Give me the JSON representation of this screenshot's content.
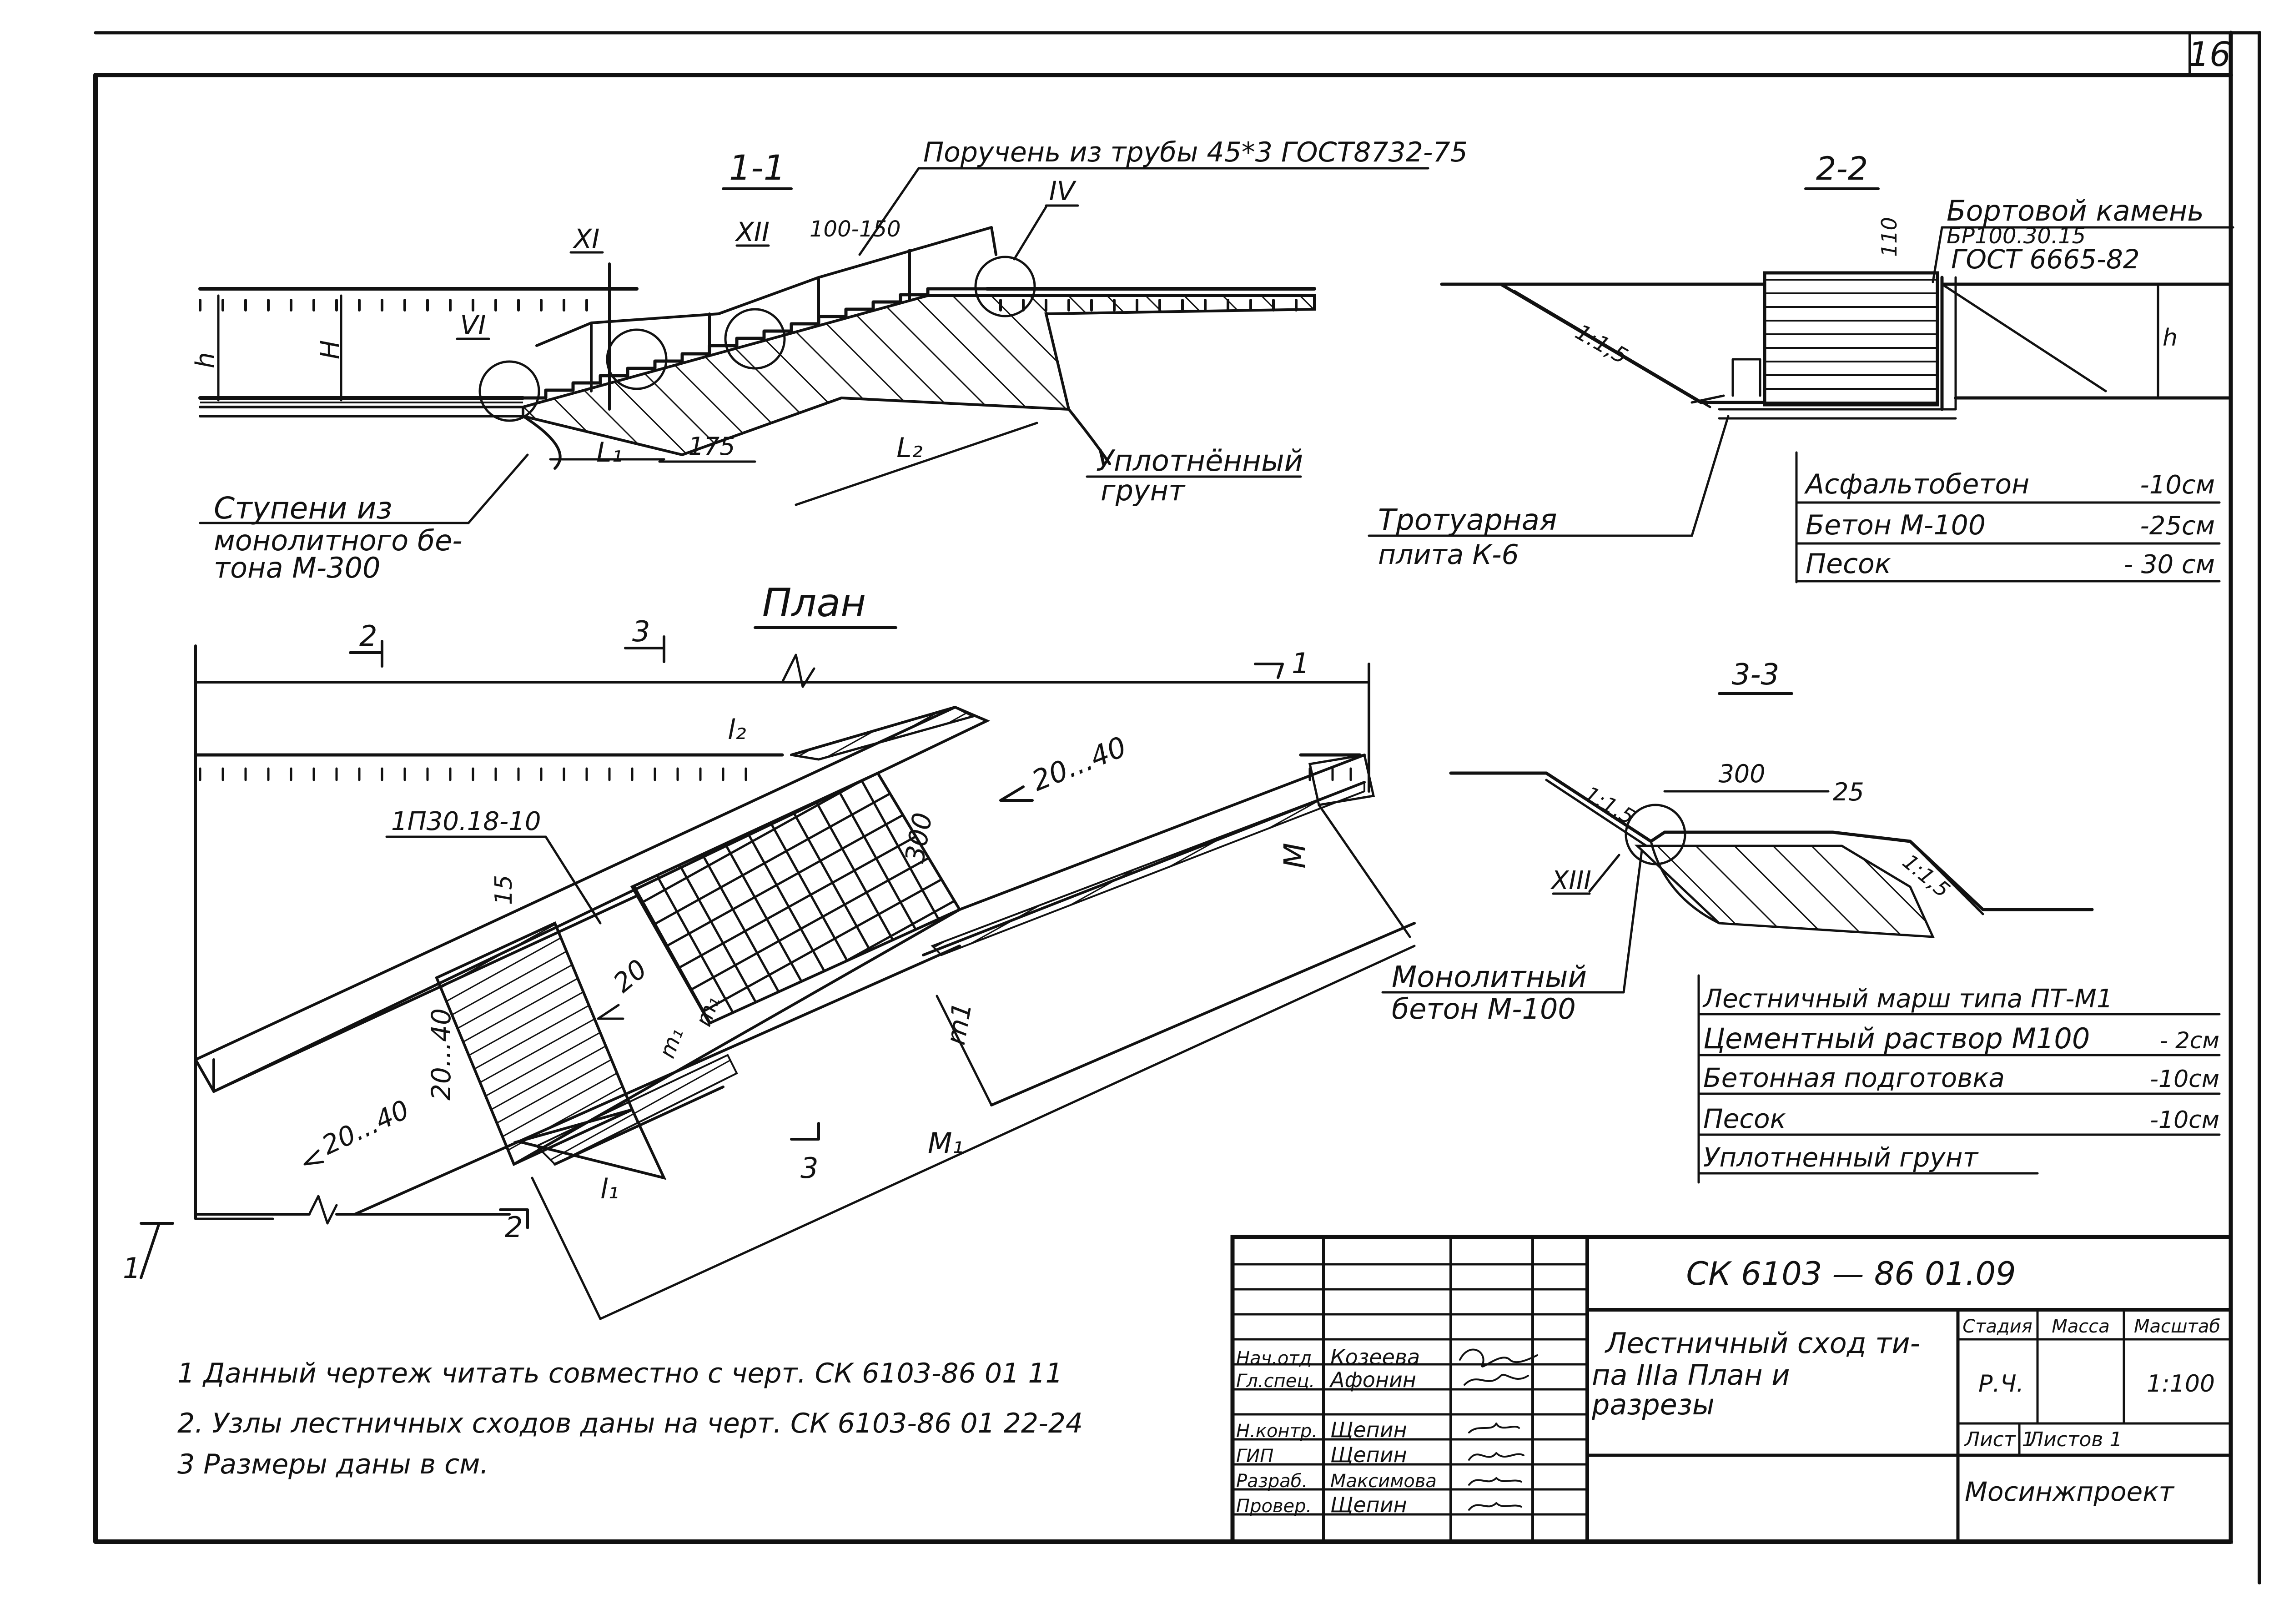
{
  "sheet_number": "16",
  "section_1_1": {
    "title": "1-1",
    "handrail_callout": "Поручень из трубы 45*3 ГОСТ8732-75",
    "nodes": [
      "XI",
      "XII",
      "IV",
      "VI"
    ],
    "dim_100_150": "100-150",
    "dim_h": "h",
    "dim_H": "H",
    "dim_L1": "L₁",
    "dim_175": "175",
    "dim_L2": "L₂",
    "steps_callout": [
      "Ступени из",
      "монолитного бе-",
      "тона М-300"
    ],
    "soil_callout": [
      "Уплотнённый",
      "грунт"
    ]
  },
  "section_2_2": {
    "title": "2-2",
    "curb_callout": [
      "Бортовой камень",
      "БР100.30.15",
      "ГОСТ 6665-82"
    ],
    "dim_110": "110",
    "slope": "1:1,5",
    "slab_callout": [
      "Тротуарная",
      "плита К-6"
    ],
    "layers": [
      {
        "name": "Асфальтобетон",
        "thickness": "-10см"
      },
      {
        "name": "Бетон  М-100",
        "thickness": "-25см"
      },
      {
        "name": "Песок",
        "thickness": "- 30 см"
      }
    ]
  },
  "plan": {
    "title": "План",
    "cut_2": "2",
    "cut_3": "3",
    "cut_1": "1",
    "dim_l2": "l₂",
    "slope_top": "20...40",
    "panel_callout": "1П30.18-10",
    "dim_15": "15",
    "dim_300": "300",
    "dim_M": "M",
    "dim_20": "20",
    "dim_m_small_a": "m₁",
    "dim_m_small_b": "m₁",
    "dim_m1": "m1",
    "dim_20_40_vertical": "20...40",
    "slope_left": "20...40",
    "dim_l1": "l₁",
    "dim_M1": "M₁"
  },
  "section_3_3": {
    "title": "3-3",
    "dim_300": "300",
    "dim_25": "25",
    "slope_left": "1:1,5",
    "slope_right": "1:1,5",
    "node": "XIII",
    "concrete_callout": [
      "Монолитный",
      "бетон М-100"
    ],
    "layers": [
      {
        "name": "Лестничный марш типа ПТ-М1",
        "thickness": ""
      },
      {
        "name": "Цементный раствор М100",
        "thickness": "- 2см"
      },
      {
        "name": "Бетонная подготовка",
        "thickness": "-10см"
      },
      {
        "name": "Песок",
        "thickness": "-10см"
      },
      {
        "name": "Уплотненный грунт",
        "thickness": ""
      }
    ]
  },
  "notes": [
    "1  Данный чертеж читать совместно с черт. СК 6103-86 01 11",
    "2.  Узлы лестничных сходов даны на черт. СК 6103-86 01 22-24",
    "3  Размеры даны в см."
  ],
  "title_block": {
    "code": "СК 6103 — 86 01.09",
    "title_lines": [
      "Лестничный сход ти-",
      "па IIIa План и",
      "разрезы"
    ],
    "headers": {
      "stage": "Стадия",
      "mass": "Масса",
      "scale": "Масштаб"
    },
    "stage": "Р.Ч.",
    "scale": "1:100",
    "sheet": "Лист 1",
    "sheets": "Листов 1",
    "organization": "Мосинжпроект",
    "signers": [
      {
        "role": "Нач.отд",
        "name": "Козеева"
      },
      {
        "role": "Гл.спец.",
        "name": "Афонин"
      },
      {
        "role": "Н.контр.",
        "name": "Щепин"
      },
      {
        "role": "ГИП",
        "name": "Щепин"
      },
      {
        "role": "Разраб.",
        "name": "Максимова"
      },
      {
        "role": "Провер.",
        "name": "Щепин"
      }
    ]
  }
}
